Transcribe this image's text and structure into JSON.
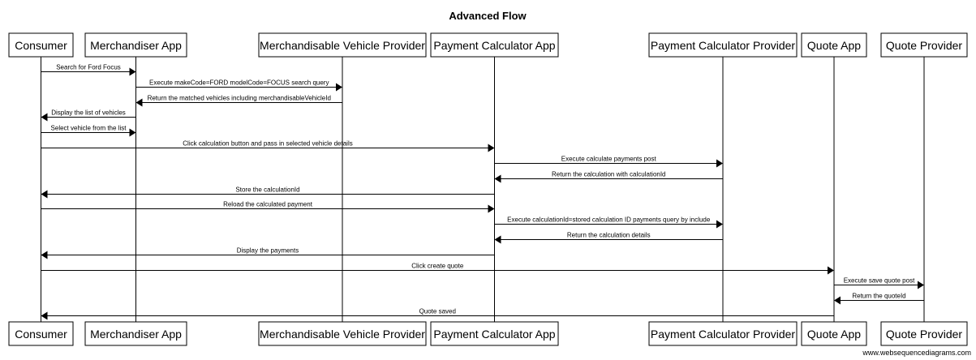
{
  "title": "Advanced Flow",
  "footer": "www.websequencediagrams.com",
  "participants": [
    "Consumer",
    "Merchandiser App",
    "Merchandisable Vehicle Provider",
    "Payment Calculator App",
    "Payment Calculator Provider",
    "Quote App",
    "Quote Provider"
  ],
  "messages": [
    {
      "from": 0,
      "to": 1,
      "label": "Search for Ford Focus"
    },
    {
      "from": 1,
      "to": 2,
      "label": "Execute makeCode=FORD modelCode=FOCUS search query"
    },
    {
      "from": 2,
      "to": 1,
      "label": "Return the matched vehicles including merchandisableVehicleId"
    },
    {
      "from": 1,
      "to": 0,
      "label": "Display the list of vehicles"
    },
    {
      "from": 0,
      "to": 1,
      "label": "Select vehicle from the list"
    },
    {
      "from": 0,
      "to": 3,
      "label": "Click calculation button and pass in selected vehicle details"
    },
    {
      "from": 3,
      "to": 4,
      "label": "Execute calculate payments post"
    },
    {
      "from": 4,
      "to": 3,
      "label": "Return the calculation with calculationId"
    },
    {
      "from": 3,
      "to": 0,
      "label": "Store the calculationId"
    },
    {
      "from": 0,
      "to": 3,
      "label": "Reload the calculated payment"
    },
    {
      "from": 3,
      "to": 4,
      "label": "Execute calculationId=stored calculation ID payments query by include"
    },
    {
      "from": 4,
      "to": 3,
      "label": "Return the calculation details"
    },
    {
      "from": 3,
      "to": 0,
      "label": "Display the payments"
    },
    {
      "from": 0,
      "to": 5,
      "label": "Click create quote"
    },
    {
      "from": 5,
      "to": 6,
      "label": "Execute save quote post"
    },
    {
      "from": 6,
      "to": 5,
      "label": "Return the quoteId"
    },
    {
      "from": 5,
      "to": 0,
      "label": "Quote saved"
    }
  ]
}
